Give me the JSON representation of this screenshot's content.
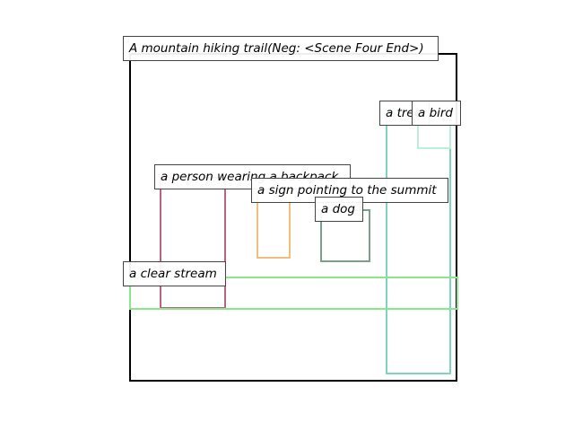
{
  "scene": {
    "caption": "A mountain hiking trail(Neg: <Scene Four End>)"
  },
  "objects": {
    "tree": {
      "label": "a tree",
      "color": "#7fd3c2"
    },
    "bird": {
      "label": "a bird",
      "color": "#bdeeda"
    },
    "person": {
      "label": "a person wearing a backpack",
      "color": "#b8637f"
    },
    "sign": {
      "label": "a sign pointing to the summit",
      "color": "#eec17a"
    },
    "dog": {
      "label": "a dog",
      "color": "#7a9f8a"
    },
    "stream": {
      "label": "a clear stream",
      "color": "#8ae88c"
    }
  }
}
